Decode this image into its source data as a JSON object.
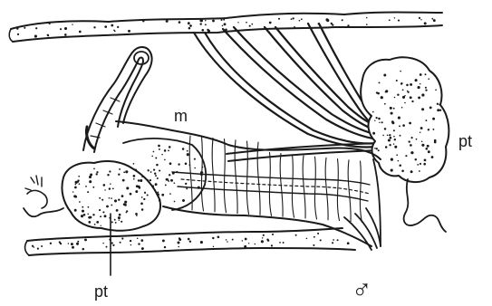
{
  "labels": {
    "muscle": "m",
    "pt_right": "pt",
    "pt_bottom": "pt",
    "male_symbol": "♂"
  },
  "ink_color": "#1a1a1a",
  "paper_color": "#ffffff"
}
